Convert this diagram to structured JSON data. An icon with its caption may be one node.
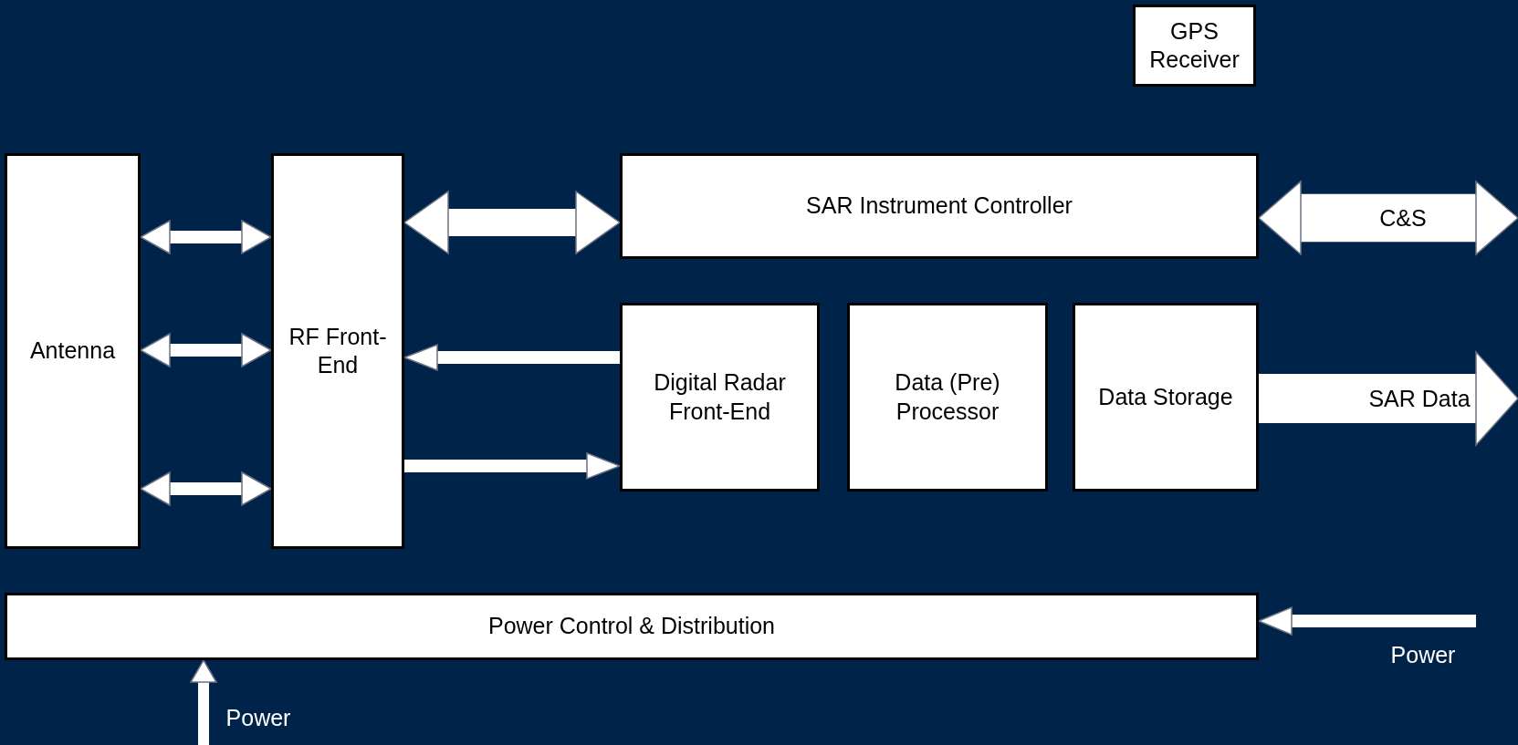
{
  "diagram": {
    "nodes": [
      {
        "text": [
          "GPS Receiver"
        ]
      },
      {
        "text": [
          "Antenna"
        ]
      },
      {
        "text": [
          "RF Front-End"
        ]
      },
      {
        "text": [
          "SAR Instrument Controller"
        ]
      },
      {
        "text": [
          "Digital Radar Front-End"
        ]
      },
      {
        "text": [
          "Data (Pre) Processor"
        ]
      },
      {
        "text": [
          "Data Storage"
        ]
      },
      {
        "text": [
          "Power Control & Distribution"
        ]
      }
    ],
    "edges": [
      {
        "from": 1,
        "to": 2,
        "arrow": "both"
      },
      {
        "from": 1,
        "to": 2,
        "arrow": "both"
      },
      {
        "from": 1,
        "to": 2,
        "arrow": "both"
      },
      {
        "from": 2,
        "to": 3,
        "arrow": "both",
        "style": "thick"
      },
      {
        "from": 4,
        "to": 2,
        "arrow": "to"
      },
      {
        "from": 2,
        "to": 4,
        "arrow": "to"
      },
      {
        "from": 3,
        "to": null,
        "arrow": "both",
        "label": "C&S",
        "style": "thick"
      },
      {
        "from": 6,
        "to": null,
        "arrow": "to",
        "label": "SAR Data",
        "style": "thick"
      },
      {
        "from": null,
        "to": 7,
        "arrow": "to",
        "label": "Power"
      },
      {
        "from": null,
        "to": 7,
        "arrow": "to",
        "label": "Power"
      }
    ]
  }
}
